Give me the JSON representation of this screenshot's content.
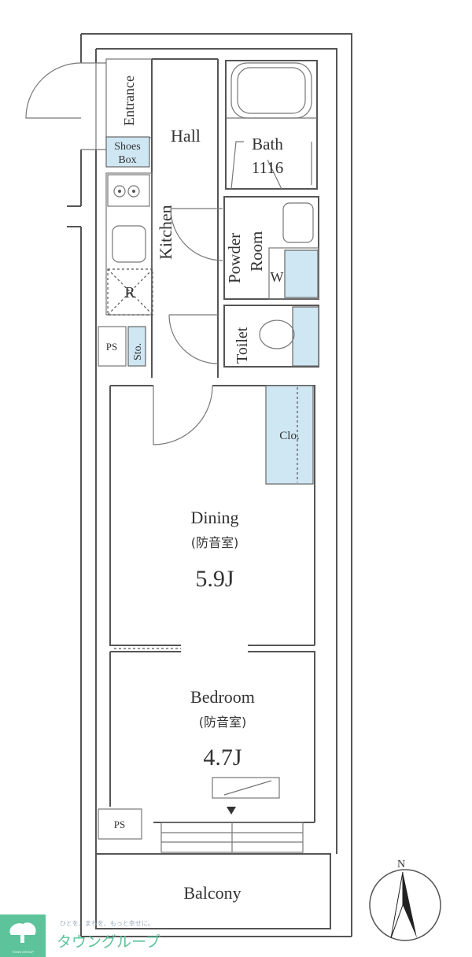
{
  "rooms": {
    "entrance": "Entrance",
    "shoes_box": [
      "Shoes",
      "Box"
    ],
    "hall": "Hall",
    "bath": [
      "Bath",
      "1116"
    ],
    "kitchen": "Kitchen",
    "powder_room": [
      "Powder",
      "Room"
    ],
    "washer": "W",
    "refrigerator": "R",
    "toilet": "Toilet",
    "ps_upper": "PS",
    "storage": "Sto.",
    "closet": "Clo.",
    "dining": {
      "name": "Dining",
      "note": "(防音室)",
      "size": "5.9J"
    },
    "bedroom": {
      "name": "Bedroom",
      "note": "(防音室)",
      "size": "4.7J"
    },
    "ps_lower": "PS",
    "balcony": "Balcony"
  },
  "compass": {
    "label": "N"
  },
  "logo": {
    "mark_text": "TOWN GROUP",
    "tagline": "ひとを、まちを、もっと幸せに。",
    "name": "タウングループ",
    "color": "#5cc39a"
  }
}
